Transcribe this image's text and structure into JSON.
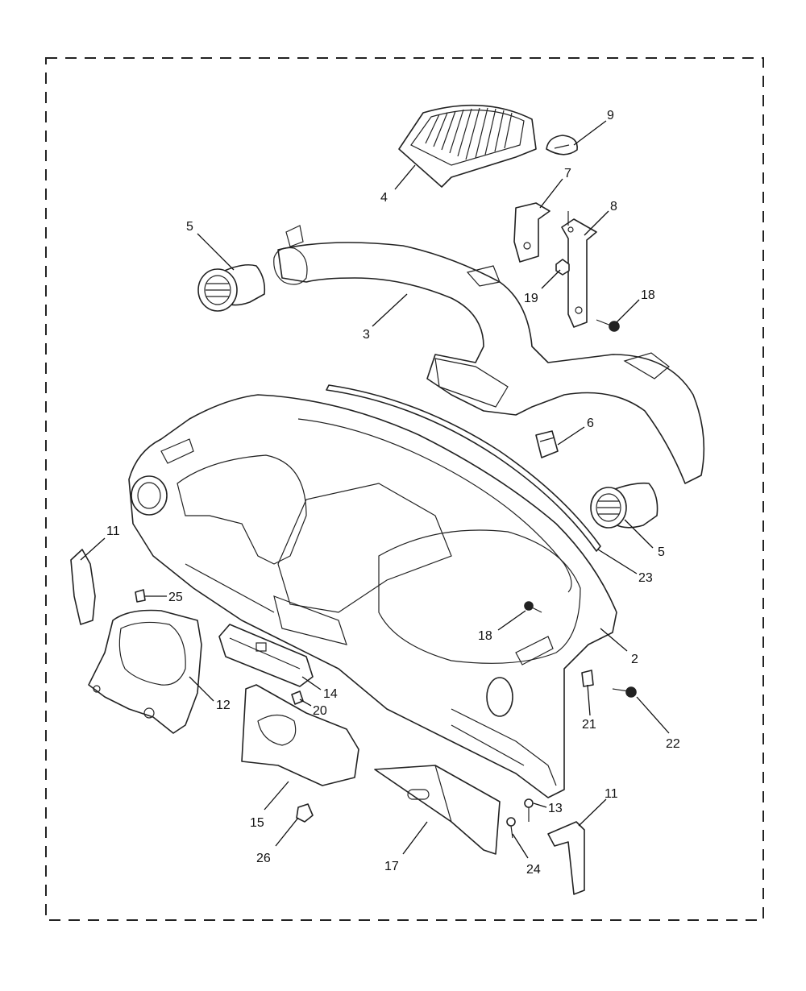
{
  "callouts": [
    {
      "id": "c9",
      "label": "9"
    },
    {
      "id": "c7",
      "label": "7"
    },
    {
      "id": "c4",
      "label": "4"
    },
    {
      "id": "c8",
      "label": "8"
    },
    {
      "id": "c5a",
      "label": "5"
    },
    {
      "id": "c19",
      "label": "19"
    },
    {
      "id": "c18a",
      "label": "18"
    },
    {
      "id": "c3",
      "label": "3"
    },
    {
      "id": "c6",
      "label": "6"
    },
    {
      "id": "c11a",
      "label": "11"
    },
    {
      "id": "c5b",
      "label": "5"
    },
    {
      "id": "c23",
      "label": "23"
    },
    {
      "id": "c25",
      "label": "25"
    },
    {
      "id": "c18b",
      "label": "18"
    },
    {
      "id": "c2",
      "label": "2"
    },
    {
      "id": "c14",
      "label": "14"
    },
    {
      "id": "c12",
      "label": "12"
    },
    {
      "id": "c20",
      "label": "20"
    },
    {
      "id": "c21",
      "label": "21"
    },
    {
      "id": "c22",
      "label": "22"
    },
    {
      "id": "c11b",
      "label": "11"
    },
    {
      "id": "c13",
      "label": "13"
    },
    {
      "id": "c15",
      "label": "15"
    },
    {
      "id": "c26",
      "label": "26"
    },
    {
      "id": "c17",
      "label": "17"
    },
    {
      "id": "c24",
      "label": "24"
    }
  ]
}
